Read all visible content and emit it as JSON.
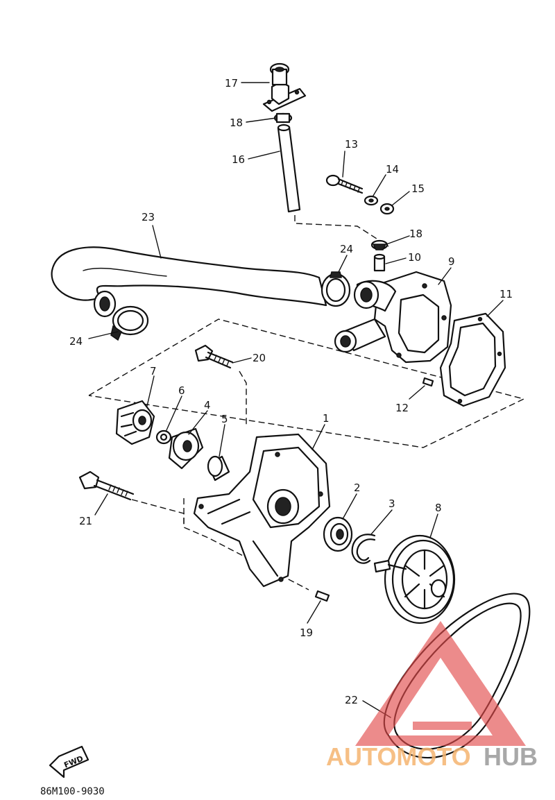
{
  "diagram": {
    "callouts": [
      {
        "id": "p1",
        "text": "1"
      },
      {
        "id": "p2",
        "text": "2"
      },
      {
        "id": "p3",
        "text": "3"
      },
      {
        "id": "p4",
        "text": "4"
      },
      {
        "id": "p5",
        "text": "5"
      },
      {
        "id": "p6",
        "text": "6"
      },
      {
        "id": "p7",
        "text": "7"
      },
      {
        "id": "p8",
        "text": "8"
      },
      {
        "id": "p9",
        "text": "9"
      },
      {
        "id": "p10",
        "text": "10"
      },
      {
        "id": "p11",
        "text": "11"
      },
      {
        "id": "p12",
        "text": "12"
      },
      {
        "id": "p13",
        "text": "13"
      },
      {
        "id": "p14",
        "text": "14"
      },
      {
        "id": "p15",
        "text": "15"
      },
      {
        "id": "p16",
        "text": "16"
      },
      {
        "id": "p17",
        "text": "17"
      },
      {
        "id": "p18a",
        "text": "18"
      },
      {
        "id": "p18b",
        "text": "18"
      },
      {
        "id": "p19",
        "text": "19"
      },
      {
        "id": "p20",
        "text": "20"
      },
      {
        "id": "p21",
        "text": "21"
      },
      {
        "id": "p22",
        "text": "22"
      },
      {
        "id": "p23",
        "text": "23"
      },
      {
        "id": "p24a",
        "text": "24"
      },
      {
        "id": "p24b",
        "text": "24"
      }
    ],
    "arrow_label": "FWD",
    "diagram_code": "86M100-9030"
  },
  "watermark": {
    "part1": "AUTOMOTO",
    "part2": "HUB",
    "color_orange": "#f5b570",
    "color_gray": "#9a9a9a",
    "color_red": "#e24a4a"
  }
}
